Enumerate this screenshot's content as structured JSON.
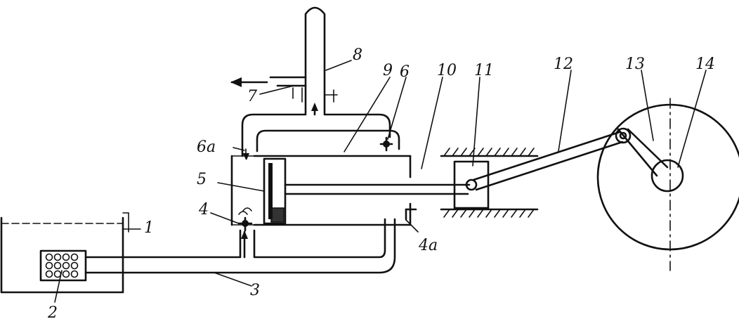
{
  "figure": {
    "labels": {
      "l1": "1",
      "l2": "2",
      "l3": "3",
      "l4": "4",
      "l4a": "4a",
      "l5": "5",
      "l6": "6",
      "l6a": "6a",
      "l7": "7",
      "l8": "8",
      "l9": "9",
      "l10": "10",
      "l11": "11",
      "l12": "12",
      "l13": "13",
      "l14": "14"
    }
  }
}
